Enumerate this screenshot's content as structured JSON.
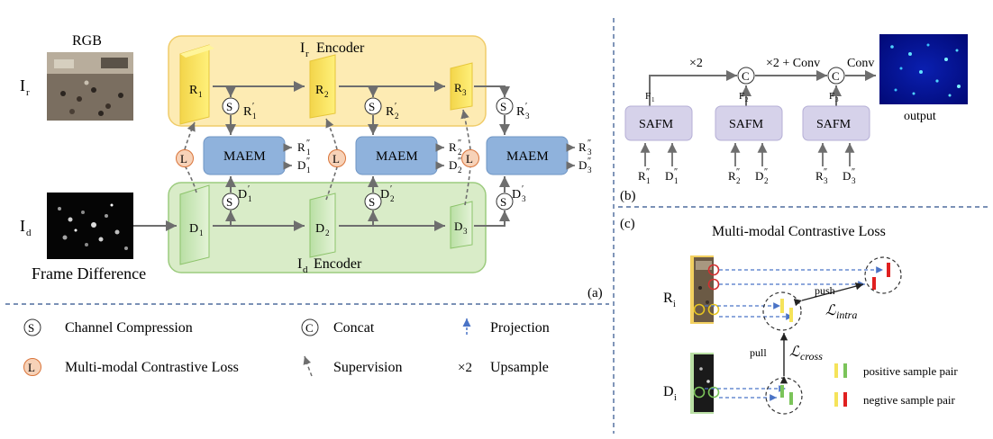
{
  "encoders": {
    "ir_title": "Encoder",
    "id_title": "Encoder",
    "ir_symbol": "I",
    "ir_sub": "r",
    "id_symbol": "I",
    "id_sub": "d"
  },
  "inputs": {
    "rgb_label": "RGB",
    "ir_label": "I",
    "ir_label_sub": "r",
    "id_label": "I",
    "id_label_sub": "d",
    "frame_diff_label": "Frame Difference"
  },
  "blocks": {
    "r": [
      {
        "main": "R",
        "sub": "1"
      },
      {
        "main": "R",
        "sub": "2"
      },
      {
        "main": "R",
        "sub": "3"
      }
    ],
    "d": [
      {
        "main": "D",
        "sub": "1"
      },
      {
        "main": "D",
        "sub": "2"
      },
      {
        "main": "D",
        "sub": "3"
      }
    ],
    "rprime": [
      {
        "main": "R",
        "sub": "1",
        "mark": "′"
      },
      {
        "main": "R",
        "sub": "2",
        "mark": "′"
      },
      {
        "main": "R",
        "sub": "3",
        "mark": "′"
      }
    ],
    "dprime": [
      {
        "main": "D",
        "sub": "1",
        "mark": "′"
      },
      {
        "main": "D",
        "sub": "2",
        "mark": "′"
      },
      {
        "main": "D",
        "sub": "3",
        "mark": "′"
      }
    ],
    "maem_label": "MAEM",
    "rout": [
      {
        "main": "R",
        "sub": "1",
        "mark": "″"
      },
      {
        "main": "R",
        "sub": "2",
        "mark": "″"
      },
      {
        "main": "R",
        "sub": "3",
        "mark": "″"
      }
    ],
    "dout": [
      {
        "main": "D",
        "sub": "1",
        "mark": "″"
      },
      {
        "main": "D",
        "sub": "2",
        "mark": "″"
      },
      {
        "main": "D",
        "sub": "3",
        "mark": "″"
      }
    ],
    "s_symbol": "S",
    "l_symbol": "L",
    "c_symbol": "C"
  },
  "panel_labels": {
    "a": "(a)",
    "b": "(b)",
    "c": "(c)"
  },
  "legend": {
    "channel_compression": "Channel Compression",
    "concat": "Concat",
    "projection": "Projection",
    "contrastive_loss": "Multi-modal Contrastive Loss",
    "supervision": "Supervision",
    "upsample_symbol": "×2",
    "upsample": "Upsample"
  },
  "decoder": {
    "safm_label": "SAFM",
    "up_label": "×2",
    "up_conv_label": "×2 + Conv",
    "conv_label": "Conv",
    "output_label": "output",
    "f_labels": [
      {
        "main": "F",
        "sub": "1"
      },
      {
        "main": "F",
        "sub": "2"
      },
      {
        "main": "F",
        "sub": "3"
      }
    ]
  },
  "contrastive": {
    "title": "Multi-modal Contrastive Loss",
    "ri_label": "R",
    "ri_sub": "i",
    "di_label": "D",
    "di_sub": "i",
    "push_label": "push",
    "pull_label": "pull",
    "intra_label": "intra",
    "cross_label": "cross",
    "loss_symbol": "ℒ",
    "positive_label": "positive sample pair",
    "negative_label": "negtive sample pair"
  },
  "colors": {
    "ir_box": "#fdebb3",
    "id_box": "#d9ecc8",
    "maem": "#8fb2dc",
    "safm": "#d6d2ea",
    "l_circle": "#f7d2b8",
    "yellow": "#f5e35a",
    "green": "#7bc45a",
    "red": "#e02020",
    "blue_dash": "#4a73c6"
  }
}
